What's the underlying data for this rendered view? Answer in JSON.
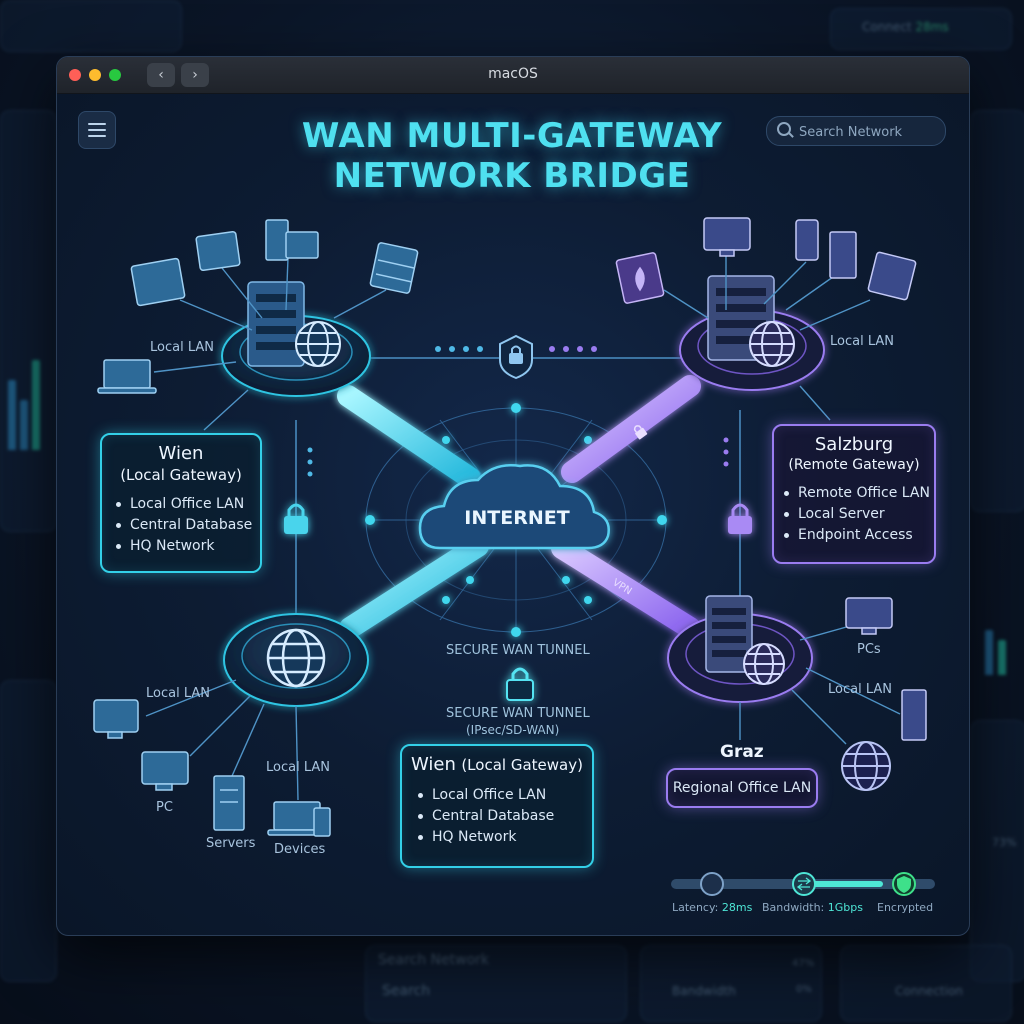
{
  "window": {
    "title": "macOS"
  },
  "toolbar": {
    "search_placeholder": "Search Network"
  },
  "diagram": {
    "title_line1": "WAN MULTI-GATEWAY",
    "title_line2": "NETWORK BRIDGE",
    "cloud_label": "INTERNET",
    "local_lan_label": "Local LAN",
    "tunnel_label_top": "SECURE WAN TUNNEL",
    "tunnel_label_bottom": "SECURE WAN TUNNEL",
    "tunnel_protocol": "(IPsec/SD-WAN)",
    "vpn_label": "VPN",
    "pcs_label": "PCs",
    "pc_label": "PC",
    "servers_label": "Servers",
    "devices_label": "Devices"
  },
  "panels": {
    "wien_top": {
      "name": "Wien",
      "role": "(Local Gateway)",
      "items": [
        "Local Office LAN",
        "Central Database",
        "HQ Network"
      ]
    },
    "salzburg": {
      "name": "Salzburg",
      "role": "(Remote Gateway)",
      "items": [
        "Remote Office LAN",
        "Local Server",
        "Endpoint Access"
      ]
    },
    "wien_bottom": {
      "name": "Wien",
      "role": "(Local Gateway)",
      "items": [
        "Local Office LAN",
        "Central Database",
        "HQ Network"
      ]
    },
    "graz": {
      "name": "Graz",
      "office": "Regional Office LAN"
    }
  },
  "status": {
    "latency_label": "Latency:",
    "latency_value": "28ms",
    "bandwidth_label": "Bandwidth:",
    "bandwidth_value": "1Gbps",
    "encrypted_label": "Encrypted"
  },
  "background": {
    "connect_label": "Connect",
    "connect_value": "28ms",
    "search_title": "Search Network",
    "search_placeholder": "Search",
    "bandwidth_label": "Bandwidth",
    "bandwidth_value": "0%",
    "percent_a": "47%",
    "percent_b": "73%",
    "connection_label": "Connection"
  },
  "colors": {
    "cyan": "#33d0e8",
    "purple": "#9a7cf0",
    "teal": "#4ee6d6",
    "title": "#4fe0f0"
  }
}
